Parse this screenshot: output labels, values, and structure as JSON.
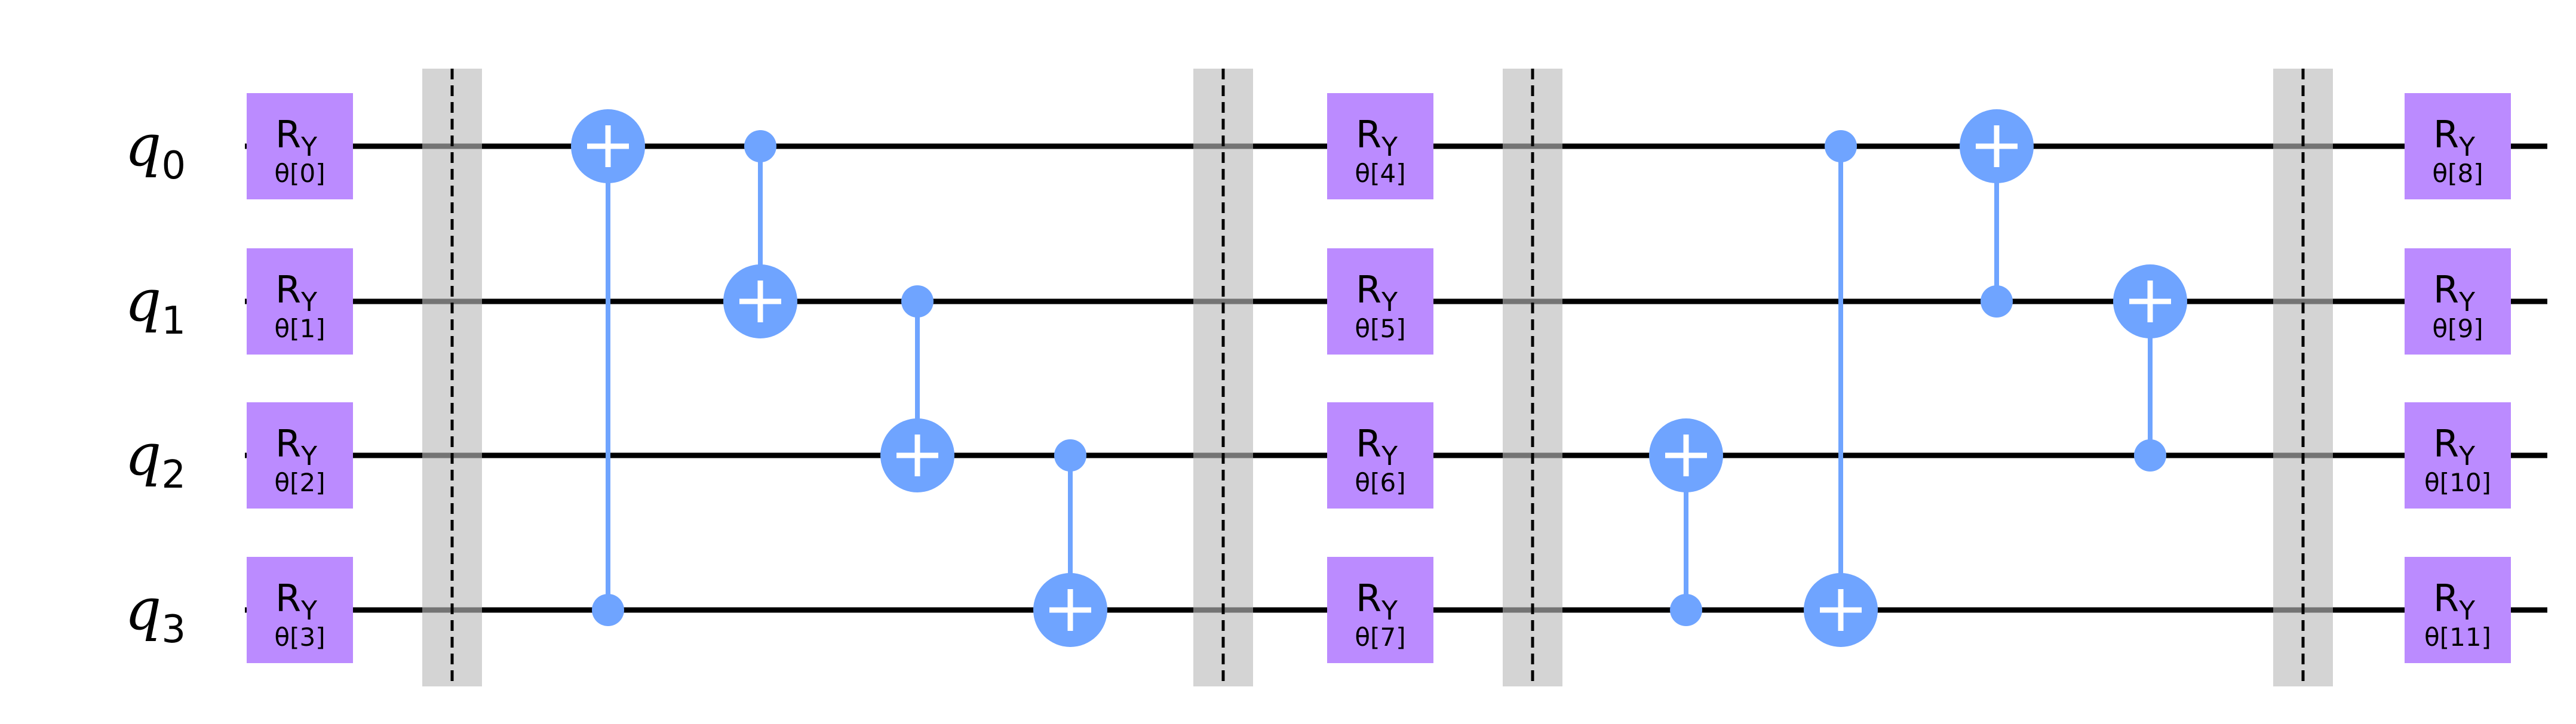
{
  "circuit": {
    "qubits": [
      {
        "name": "q",
        "index": "0"
      },
      {
        "name": "q",
        "index": "1"
      },
      {
        "name": "q",
        "index": "2"
      },
      {
        "name": "q",
        "index": "3"
      }
    ],
    "colors": {
      "wire": "#000000",
      "ry_gate": "#bb8bff",
      "cx": "#6fa4ff",
      "barrier_band": "#d4d4d4",
      "barrier_line": "#000000",
      "background": "#ffffff"
    },
    "operations": [
      {
        "type": "ry",
        "qubit": 0,
        "col": 0,
        "label_main": "R",
        "label_sub": "Y",
        "param": "θ[0]"
      },
      {
        "type": "ry",
        "qubit": 1,
        "col": 0,
        "label_main": "R",
        "label_sub": "Y",
        "param": "θ[1]"
      },
      {
        "type": "ry",
        "qubit": 2,
        "col": 0,
        "label_main": "R",
        "label_sub": "Y",
        "param": "θ[2]"
      },
      {
        "type": "ry",
        "qubit": 3,
        "col": 0,
        "label_main": "R",
        "label_sub": "Y",
        "param": "θ[3]"
      },
      {
        "type": "barrier",
        "col": 1
      },
      {
        "type": "cx",
        "control": 3,
        "target": 0,
        "col": 2
      },
      {
        "type": "cx",
        "control": 0,
        "target": 1,
        "col": 3
      },
      {
        "type": "cx",
        "control": 1,
        "target": 2,
        "col": 4
      },
      {
        "type": "cx",
        "control": 2,
        "target": 3,
        "col": 5
      },
      {
        "type": "barrier",
        "col": 6
      },
      {
        "type": "ry",
        "qubit": 0,
        "col": 7,
        "label_main": "R",
        "label_sub": "Y",
        "param": "θ[4]"
      },
      {
        "type": "ry",
        "qubit": 1,
        "col": 7,
        "label_main": "R",
        "label_sub": "Y",
        "param": "θ[5]"
      },
      {
        "type": "ry",
        "qubit": 2,
        "col": 7,
        "label_main": "R",
        "label_sub": "Y",
        "param": "θ[6]"
      },
      {
        "type": "ry",
        "qubit": 3,
        "col": 7,
        "label_main": "R",
        "label_sub": "Y",
        "param": "θ[7]"
      },
      {
        "type": "barrier",
        "col": 8
      },
      {
        "type": "cx",
        "control": 3,
        "target": 2,
        "col": 9
      },
      {
        "type": "cx",
        "control": 0,
        "target": 3,
        "col": 10
      },
      {
        "type": "cx",
        "control": 1,
        "target": 0,
        "col": 11
      },
      {
        "type": "cx",
        "control": 2,
        "target": 1,
        "col": 12
      },
      {
        "type": "barrier",
        "col": 13
      },
      {
        "type": "ry",
        "qubit": 0,
        "col": 14,
        "label_main": "R",
        "label_sub": "Y",
        "param": "θ[8]"
      },
      {
        "type": "ry",
        "qubit": 1,
        "col": 14,
        "label_main": "R",
        "label_sub": "Y",
        "param": "θ[9]"
      },
      {
        "type": "ry",
        "qubit": 2,
        "col": 14,
        "label_main": "R",
        "label_sub": "Y",
        "param": "θ[10]"
      },
      {
        "type": "ry",
        "qubit": 3,
        "col": 14,
        "label_main": "R",
        "label_sub": "Y",
        "param": "θ[11]"
      }
    ]
  }
}
